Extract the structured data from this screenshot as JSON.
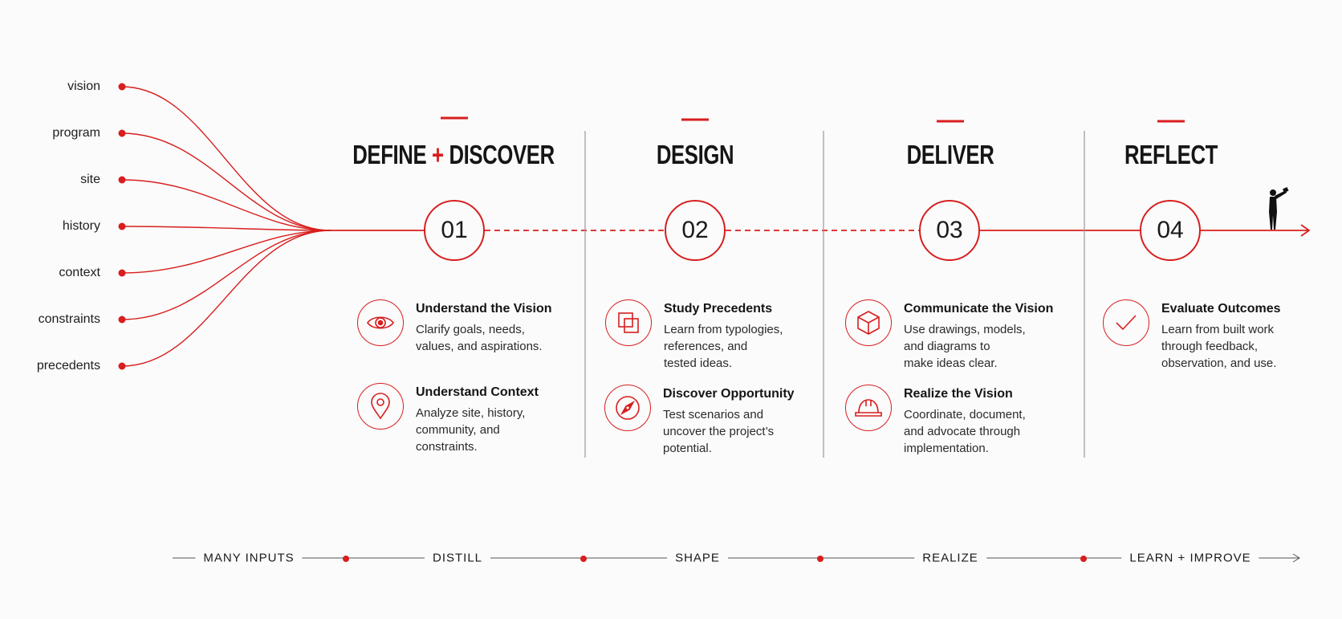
{
  "colors": {
    "accent": "#d81e1e",
    "text": "#1a1a1a",
    "divider": "#999999",
    "background": "#fbfbfb"
  },
  "inputs": [
    "vision",
    "program",
    "site",
    "history",
    "context",
    "constraints",
    "precedents"
  ],
  "stages": [
    {
      "number": "01",
      "title_part1": "DEFINE",
      "title_plus": "+",
      "title_part2": "DISCOVER"
    },
    {
      "number": "02",
      "title_part1": "DESIGN",
      "title_plus": "",
      "title_part2": ""
    },
    {
      "number": "03",
      "title_part1": "DELIVER",
      "title_plus": "",
      "title_part2": ""
    },
    {
      "number": "04",
      "title_part1": "REFLECT",
      "title_plus": "",
      "title_part2": ""
    }
  ],
  "items": [
    {
      "icon": "eye-icon",
      "title": "Understand the Vision",
      "desc": "Clarify goals, needs,\nvalues, and aspirations."
    },
    {
      "icon": "map-pin-icon",
      "title": "Understand Context",
      "desc": "Analyze site, history,\ncommunity, and\nconstraints."
    },
    {
      "icon": "overlapping-squares-icon",
      "title": "Study Precedents",
      "desc": "Learn from typologies,\nreferences, and\ntested ideas."
    },
    {
      "icon": "compass-icon",
      "title": "Discover Opportunity",
      "desc": "Test scenarios and\nuncover the project’s\npotential."
    },
    {
      "icon": "cube-icon",
      "title": "Communicate the Vision",
      "desc": "Use drawings, models,\nand diagrams to\nmake ideas clear."
    },
    {
      "icon": "hard-hat-icon",
      "title": "Realize the Vision",
      "desc": "Coordinate, document,\nand advocate through\nimplementation."
    },
    {
      "icon": "checkmark-icon",
      "title": "Evaluate Outcomes",
      "desc": "Learn from built work\nthrough feedback,\nobservation, and use."
    }
  ],
  "bottom_flow": [
    "MANY INPUTS",
    "DISTILL",
    "SHAPE",
    "REALIZE",
    "LEARN + IMPROVE"
  ]
}
